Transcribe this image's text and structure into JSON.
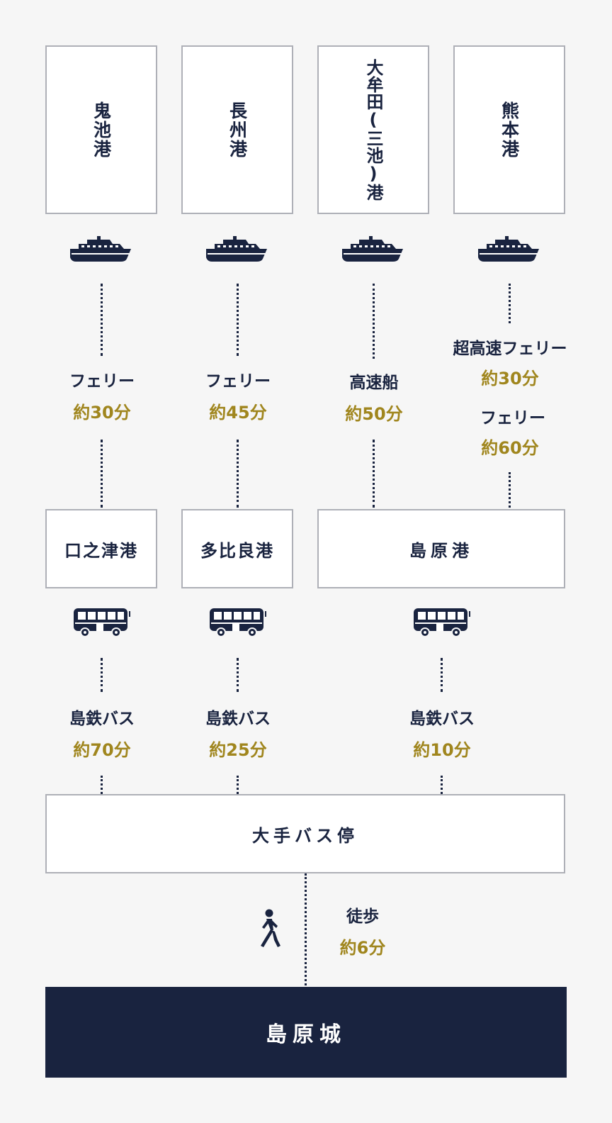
{
  "origins": [
    {
      "name": "鬼池港",
      "mode": "フェリー",
      "time": "約30分"
    },
    {
      "name": "長州港",
      "mode": "フェリー",
      "time": "約45分"
    },
    {
      "name": "大牟田(三池)港",
      "mode": "高速船",
      "time": "約50分"
    },
    {
      "name": "熊本港",
      "mode": "超高速フェリー",
      "time": "約30分",
      "mode2": "フェリー",
      "time2": "約60分"
    }
  ],
  "ports": [
    {
      "name": "口之津港",
      "bus": "島鉄バス",
      "time": "約70分"
    },
    {
      "name": "多比良港",
      "bus": "島鉄バス",
      "time": "約25分"
    },
    {
      "name": "島原港",
      "bus": "島鉄バス",
      "time": "約10分"
    }
  ],
  "bus_stop": "大手バス停",
  "walk": {
    "mode": "徒歩",
    "time": "約6分"
  },
  "destination": "島原城",
  "colors": {
    "navy": "#19233f",
    "gold": "#a0861e",
    "border": "#aeb0b7",
    "background": "#f6f6f6"
  },
  "icons": {
    "ferry": "ferry-icon",
    "bus": "bus-icon",
    "walk": "walking-person-icon"
  }
}
